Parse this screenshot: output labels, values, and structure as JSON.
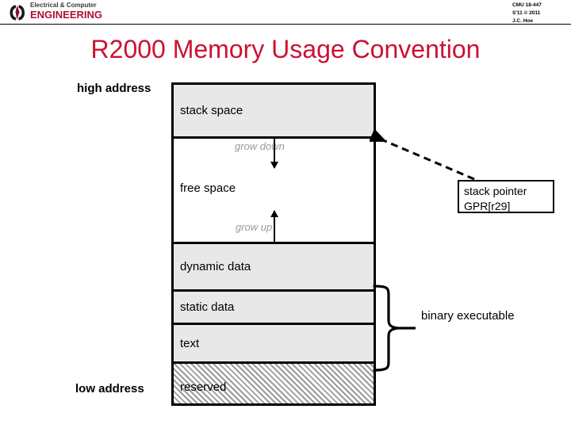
{
  "header": {
    "logo": {
      "line1": "Electrical & Computer",
      "line2": "ENGINEERING",
      "mark_icon": "ece-bell-logo-icon",
      "brand_color": "#b01030"
    },
    "credit": {
      "course": "CMU 18-447",
      "term": "S'11 © 2011",
      "instructor": "J.C. Hoe"
    }
  },
  "title": {
    "text": "R2000 Memory Usage Convention",
    "color": "#cc1133"
  },
  "diagram": {
    "high_address_label": "high address",
    "low_address_label": "low address",
    "blocks": [
      {
        "name": "stack-space",
        "label": "stack space",
        "fill": "gray"
      },
      {
        "name": "free-space",
        "label": "free space",
        "fill": "white"
      },
      {
        "name": "dynamic-data",
        "label": "dynamic data",
        "fill": "gray"
      },
      {
        "name": "static-data",
        "label": "static data",
        "fill": "gray"
      },
      {
        "name": "text",
        "label": "text",
        "fill": "gray"
      },
      {
        "name": "reserved",
        "label": "reserved",
        "fill": "hatch"
      }
    ],
    "grow_down_label": "grow down",
    "grow_up_label": "grow up"
  },
  "annotations": {
    "stack_pointer": {
      "line1": "stack pointer",
      "line2": "GPR[r29]"
    },
    "binary_executable_label": "binary executable"
  }
}
